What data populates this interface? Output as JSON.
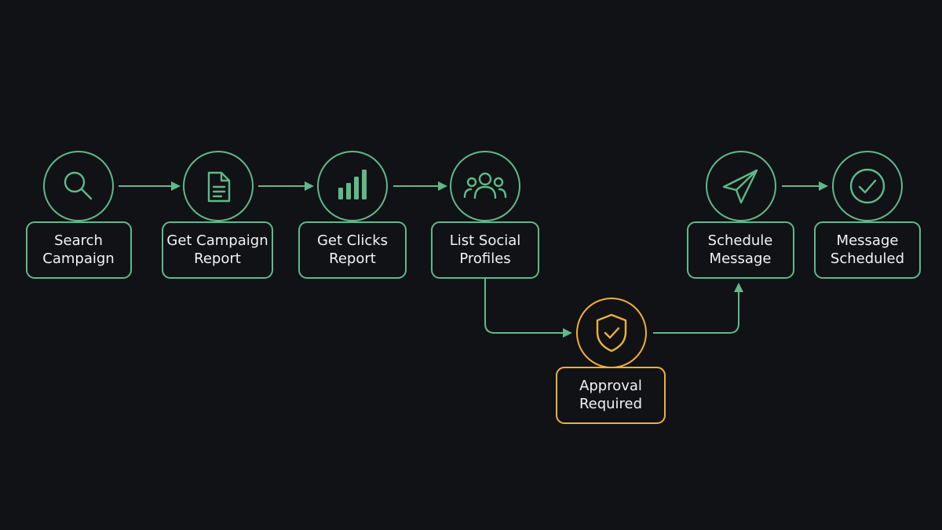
{
  "nodes": [
    {
      "id": "search-campaign",
      "line1": "Search",
      "line2": "Campaign",
      "icon": "search-icon",
      "status": "step"
    },
    {
      "id": "get-campaign-report",
      "line1": "Get Campaign",
      "line2": "Report",
      "icon": "document-icon",
      "status": "step"
    },
    {
      "id": "get-clicks-report",
      "line1": "Get Clicks",
      "line2": "Report",
      "icon": "bar-chart-icon",
      "status": "step"
    },
    {
      "id": "list-social-profiles",
      "line1": "List Social",
      "line2": "Profiles",
      "icon": "users-icon",
      "status": "step"
    },
    {
      "id": "approval-required",
      "line1": "Approval",
      "line2": "Required",
      "icon": "shield-check-icon",
      "status": "approval"
    },
    {
      "id": "schedule-message",
      "line1": "Schedule",
      "line2": "Message",
      "icon": "paper-plane-icon",
      "status": "step"
    },
    {
      "id": "message-scheduled",
      "line1": "Message",
      "line2": "Scheduled",
      "icon": "check-circle-icon",
      "status": "done"
    }
  ],
  "edges": [
    {
      "from": "search-campaign",
      "to": "get-campaign-report"
    },
    {
      "from": "get-campaign-report",
      "to": "get-clicks-report"
    },
    {
      "from": "get-clicks-report",
      "to": "list-social-profiles"
    },
    {
      "from": "list-social-profiles",
      "to": "approval-required"
    },
    {
      "from": "approval-required",
      "to": "schedule-message"
    },
    {
      "from": "schedule-message",
      "to": "message-scheduled"
    }
  ],
  "colors": {
    "background": "#111215",
    "step": "#5fb98a",
    "approval": "#f0b135",
    "text": "#f2f3f3"
  }
}
